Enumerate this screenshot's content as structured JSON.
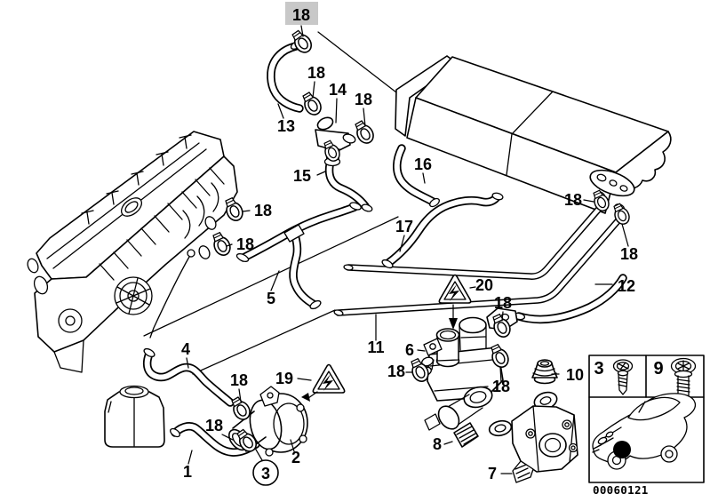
{
  "diagram": {
    "image_code": "00060121",
    "colors": {
      "highlight_bg": "#c8c8c8",
      "line": "#000000",
      "background": "#ffffff"
    }
  },
  "callouts": {
    "hl18": "18",
    "a18": "18",
    "n14": "14",
    "b18": "18",
    "n13": "13",
    "n15": "15",
    "n16": "16",
    "n17": "17",
    "e18": "18",
    "f18": "18",
    "n5": "5",
    "n4": "4",
    "g18": "18",
    "h18": "18",
    "n1": "1",
    "n19": "19",
    "n2": "2",
    "c3": "3",
    "i18": "18",
    "n11": "11",
    "n6": "6",
    "n20": "20",
    "j18": "18",
    "k18": "18",
    "n10": "10",
    "n8": "8",
    "n7": "7",
    "fl18a": "18",
    "fl18b": "18",
    "n12": "12"
  },
  "legend": {
    "item3": "3",
    "item9": "9"
  }
}
